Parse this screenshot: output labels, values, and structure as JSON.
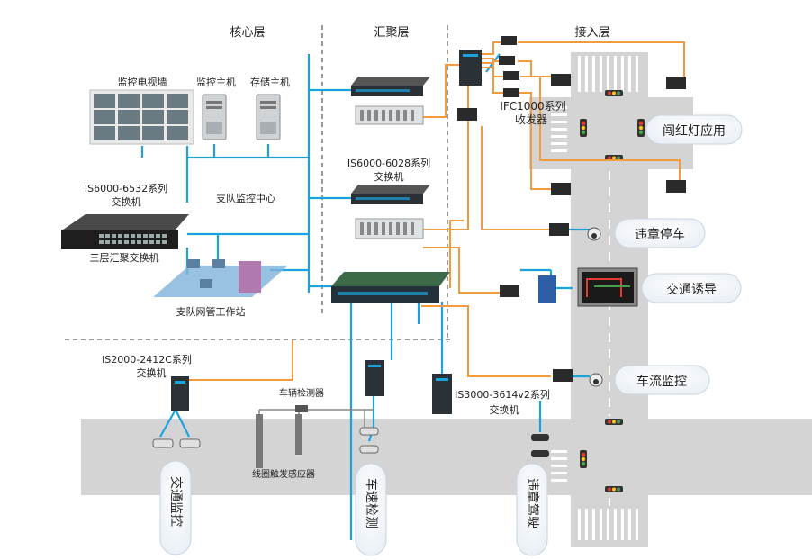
{
  "layers": {
    "core": "核心层",
    "aggregation": "汇聚层",
    "access": "接入层"
  },
  "core": {
    "tv_wall": "监控电视墙",
    "monitor_host": "监控主机",
    "storage_host": "存储主机",
    "center": "支队监控中心",
    "switch_model": "IS6000-6532系列",
    "switch_suffix": "交换机",
    "switch_caption": "三层汇聚交换机",
    "workstation": "支队网管工作站"
  },
  "aggregation": {
    "switch_model": "IS6000-6028系列",
    "switch_suffix": "交换机"
  },
  "access": {
    "transceiver_model": "IFC1000系列",
    "transceiver_suffix": "收发器",
    "is2000_model": "IS2000-2412C系列",
    "is2000_suffix": "交换机",
    "is3000_model": "IS3000-3614v2系列",
    "is3000_suffix": "交换机",
    "vehicle_detector": "车辆检测器",
    "coil_sensor": "线圈触发感应器"
  },
  "apps": {
    "red_light": "闯红灯应用",
    "illegal_parking": "违章停车",
    "traffic_guidance": "交通诱导",
    "flow_monitor": "车流监控",
    "traffic_monitor": "交通监控",
    "speed_detect": "车速检测",
    "illegal_driving": "违章驾驶"
  },
  "colors": {
    "fiber": "#F39A3C",
    "ethernet": "#1AA3DC",
    "road": "#D4D4D4"
  }
}
